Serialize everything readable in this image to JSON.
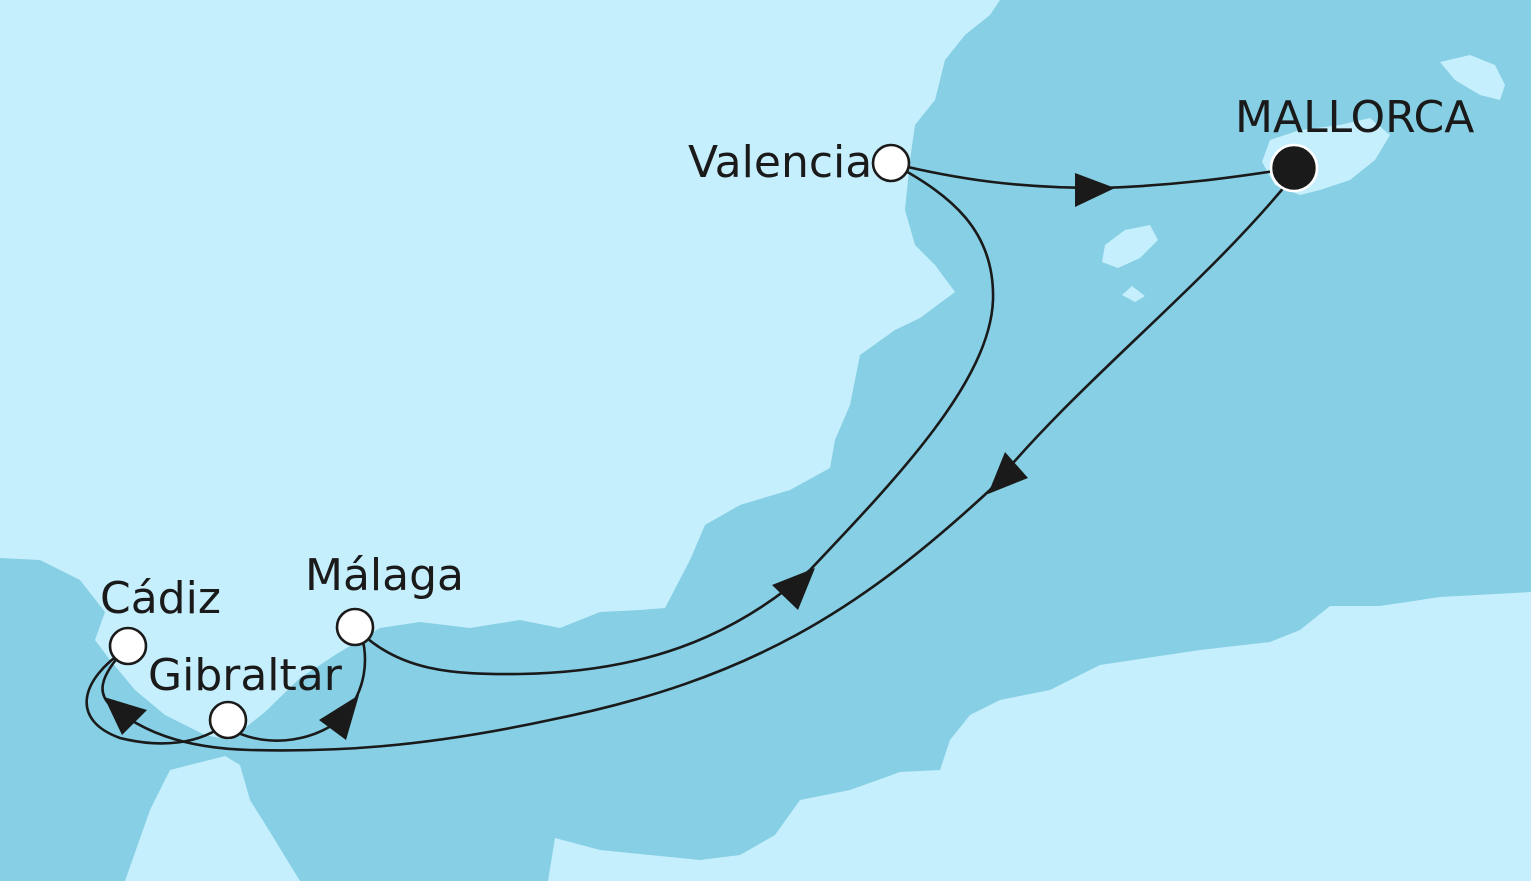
{
  "colors": {
    "land": "#c6effd",
    "sea": "#86cfe4",
    "route": "#1a1a1a",
    "port_fill": "#ffffff",
    "start_port_fill": "#1a1a1a"
  },
  "ports": [
    {
      "name": "Valencia",
      "type": "stop"
    },
    {
      "name": "MALLORCA",
      "type": "start-end"
    },
    {
      "name": "Málaga",
      "type": "stop"
    },
    {
      "name": "Cádiz",
      "type": "stop"
    },
    {
      "name": "Gibraltar",
      "type": "stop"
    }
  ]
}
